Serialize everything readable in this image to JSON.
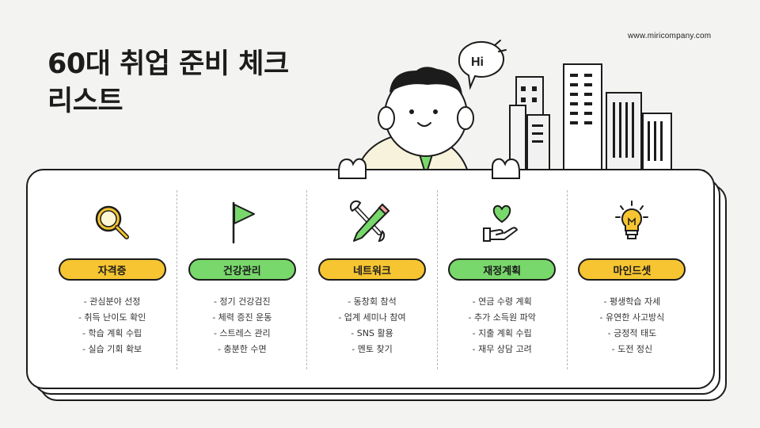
{
  "site_url": "www.miricompany.com",
  "title_line1": "60대 취업 준비 체크",
  "title_line2": "리스트",
  "speech_bubble": "Hi",
  "colors": {
    "yellow": "#f6c531",
    "green": "#78d86b",
    "outline": "#1c1c1c",
    "background": "#f3f3f1"
  },
  "columns": [
    {
      "label": "자격증",
      "icon": "magnifier-icon",
      "color": "yellow",
      "items": [
        "- 관심분야 선정",
        "- 취득 난이도 확인",
        "- 학습 계획 수립",
        "- 실습 기회 확보"
      ]
    },
    {
      "label": "건강관리",
      "icon": "flag-icon",
      "color": "green",
      "items": [
        "- 정기 건강검진",
        "- 체력 증진 운동",
        "- 스트레스 관리",
        "- 충분한 수면"
      ]
    },
    {
      "label": "네트워크",
      "icon": "wrench-pencil-icon",
      "color": "yellow",
      "items": [
        "- 동창회 참석",
        "- 업계 세미나 참여",
        "- SNS 활용",
        "- 멘토 찾기"
      ]
    },
    {
      "label": "재정계획",
      "icon": "heart-hand-icon",
      "color": "green",
      "items": [
        "- 연금 수령 계획",
        "- 추가 소득원 파악",
        "- 지출 계획 수립",
        "- 재무 상담 고려"
      ]
    },
    {
      "label": "마인드셋",
      "icon": "lightbulb-icon",
      "color": "yellow",
      "items": [
        "- 평생학습 자세",
        "- 유연한 사고방식",
        "- 긍정적 태도",
        "- 도전 정신"
      ]
    }
  ]
}
